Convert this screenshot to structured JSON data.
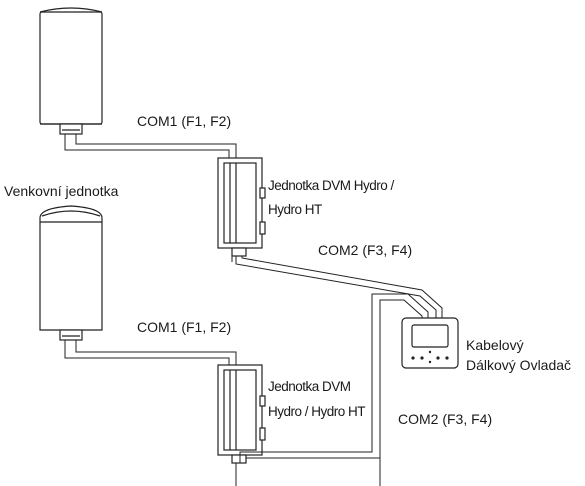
{
  "labels": {
    "outdoor_unit_label": "Venkovní jednotka",
    "com1_top": "COM1 (F1, F2)",
    "com1_bottom": "COM1 (F1, F2)",
    "com2_top": "COM2 (F3, F4)",
    "com2_bottom": "COM2 (F3, F4)",
    "hydro_top_line1": "Jednotka DVM Hydro /",
    "hydro_top_line2": "Hydro HT",
    "hydro_bottom_line1": "Jednotka DVM",
    "hydro_bottom_line2": "Hydro / Hydro HT",
    "controller_line1": "Kabelový",
    "controller_line2": "Dálkový Ovladač"
  },
  "colors": {
    "stroke": "#222222",
    "text": "#1a1a1a",
    "unit_fill": "#ffffff"
  }
}
